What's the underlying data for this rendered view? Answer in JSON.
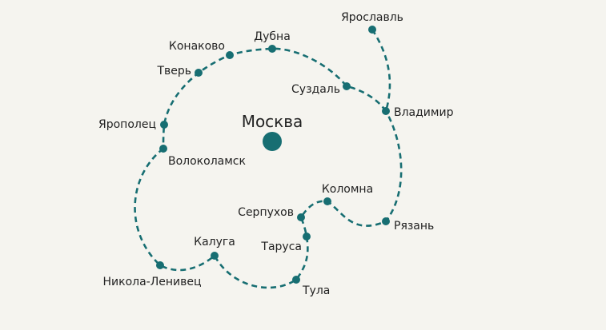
{
  "map": {
    "route_color": "#176e72",
    "background": "#f5f4ef",
    "capital": {
      "name": "Москва"
    },
    "cities": [
      {
        "id": "yaroslavl",
        "name": "Ярославль"
      },
      {
        "id": "suzdal",
        "name": "Суздаль"
      },
      {
        "id": "vladimir",
        "name": "Владимир"
      },
      {
        "id": "dubna",
        "name": "Дубна"
      },
      {
        "id": "konakovo",
        "name": "Конаково"
      },
      {
        "id": "tver",
        "name": "Тверь"
      },
      {
        "id": "yaropolets",
        "name": "Ярополец"
      },
      {
        "id": "volokolamsk",
        "name": "Волоколамск"
      },
      {
        "id": "nikola-lenivets",
        "name": "Никола-Ленивец"
      },
      {
        "id": "kaluga",
        "name": "Калуга"
      },
      {
        "id": "tula",
        "name": "Тула"
      },
      {
        "id": "tarusa",
        "name": "Таруса"
      },
      {
        "id": "serpukhov",
        "name": "Серпухов"
      },
      {
        "id": "kolomna",
        "name": "Коломна"
      },
      {
        "id": "ryazan",
        "name": "Рязань"
      }
    ]
  }
}
